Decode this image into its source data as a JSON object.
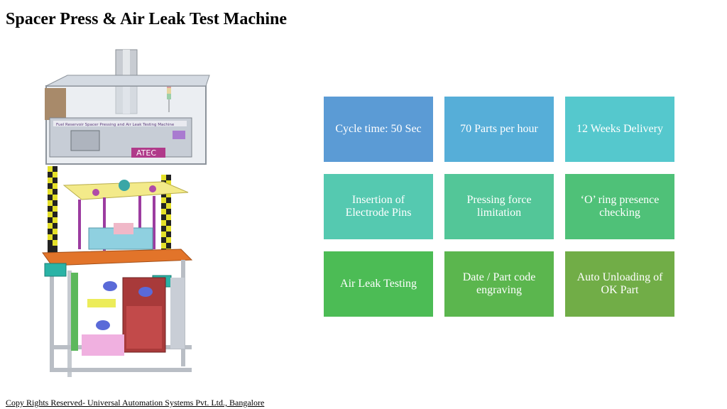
{
  "slide": {
    "title": "Spacer Press & Air Leak Test Machine",
    "footer": "Copy Rights Reserved- Universal Automation Systems Pvt. Ltd., Bangalore"
  },
  "machine_image": {
    "banner_text": "Fuel Reservoir Spacer Pressing and Air Leak Testing Machine",
    "brand_label": "ATEC"
  },
  "features": [
    {
      "lines": [
        "Cycle time: 50 Sec"
      ],
      "color": "#5B9BD5"
    },
    {
      "lines": [
        "70 Parts per hour"
      ],
      "color": "#56AED8"
    },
    {
      "lines": [
        "12 Weeks Delivery"
      ],
      "color": "#55C8CD"
    },
    {
      "lines": [
        "Insertion of",
        "Electrode Pins"
      ],
      "color": "#55C9B0"
    },
    {
      "lines": [
        "Pressing force",
        "limitation"
      ],
      "color": "#53C698"
    },
    {
      "lines": [
        "‘O’ ring presence",
        "checking"
      ],
      "color": "#4FC178"
    },
    {
      "lines": [
        "Air Leak Testing"
      ],
      "color": "#4CBC55"
    },
    {
      "lines": [
        "Date / Part code",
        "engraving"
      ],
      "color": "#5BB64E"
    },
    {
      "lines": [
        "Auto Unloading of",
        "OK Part"
      ],
      "color": "#71AD47"
    }
  ]
}
